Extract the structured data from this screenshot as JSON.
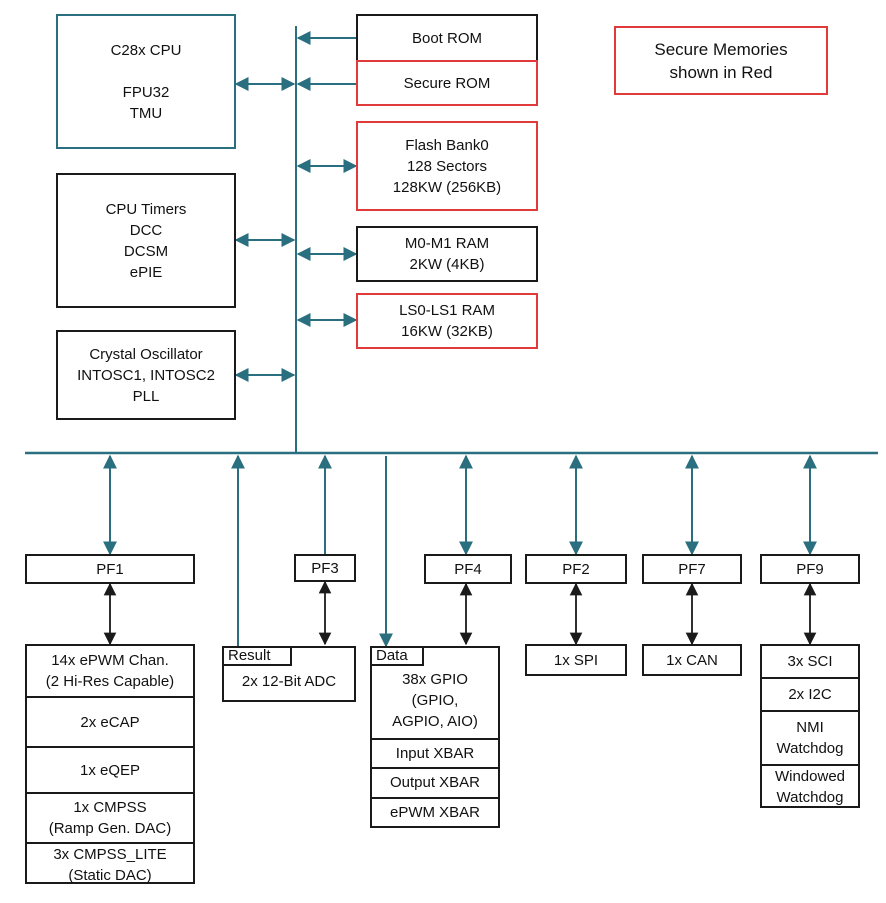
{
  "cpu": {
    "title": "C28x CPU",
    "fpu": "FPU32",
    "tmu": "TMU"
  },
  "timers": {
    "lines": [
      "CPU Timers",
      "DCC",
      "DCSM",
      "ePIE"
    ]
  },
  "osc": {
    "lines": [
      "Crystal Oscillator",
      "INTOSC1, INTOSC2",
      "PLL"
    ]
  },
  "boot_rom": "Boot ROM",
  "secure_rom": "Secure ROM",
  "flash": {
    "lines": [
      "Flash Bank0",
      "128 Sectors",
      "128KW (256KB)"
    ]
  },
  "m0m1": {
    "lines": [
      "M0-M1 RAM",
      "2KW (4KB)"
    ]
  },
  "ls0ls1": {
    "lines": [
      "LS0-LS1 RAM",
      "16KW (32KB)"
    ]
  },
  "legend": {
    "lines": [
      "Secure Memories",
      "shown in Red"
    ]
  },
  "pf": {
    "pf1": "PF1",
    "pf3": "PF3",
    "pf4": "PF4",
    "pf2": "PF2",
    "pf7": "PF7",
    "pf9": "PF9"
  },
  "pf1_stack": [
    "14x ePWM Chan.",
    "(2 Hi-Res Capable)",
    "2x eCAP",
    "1x eQEP",
    "1x CMPSS",
    "(Ramp Gen. DAC)",
    "3x CMPSS_LITE",
    "(Static DAC)"
  ],
  "adc": {
    "tag": "Result",
    "label": "2x 12-Bit ADC"
  },
  "gpio": {
    "tag": "Data",
    "lines": [
      "38x GPIO",
      "(GPIO,",
      "AGPIO, AIO)"
    ],
    "input_xbar": "Input XBAR",
    "output_xbar": "Output XBAR",
    "epwm_xbar": "ePWM XBAR"
  },
  "spi": "1x SPI",
  "can": "1x CAN",
  "pf9_stack": [
    "3x SCI",
    "2x I2C",
    "NMI",
    "Watchdog",
    "Windowed",
    "Watchdog"
  ],
  "colors": {
    "bus": "#2a6f7f",
    "secure": "#e03a3a",
    "outline": "#1a1a1a"
  }
}
